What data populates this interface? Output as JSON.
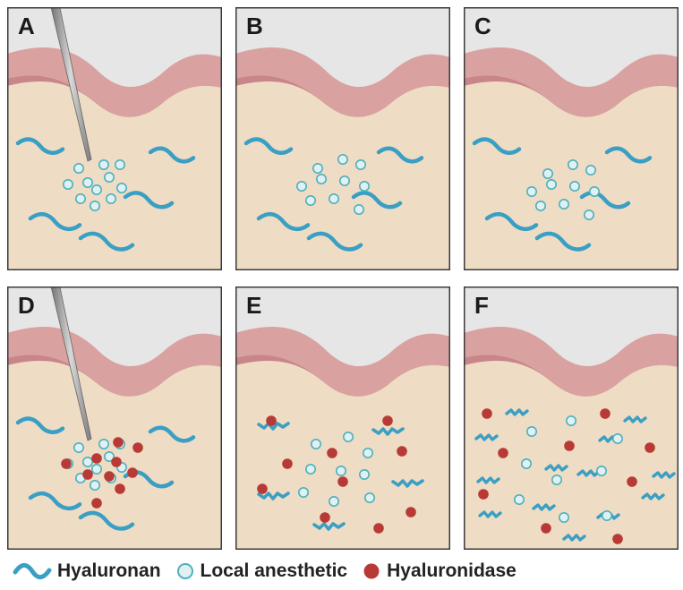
{
  "panels": [
    {
      "label": "A"
    },
    {
      "label": "B"
    },
    {
      "label": "C"
    },
    {
      "label": "D"
    },
    {
      "label": "E"
    },
    {
      "label": "F"
    }
  ],
  "legend": {
    "hyaluronan": "Hyaluronan",
    "local_anesthetic": "Local anesthetic",
    "hyaluronidase": "Hyaluronidase"
  },
  "colors": {
    "skin_surface": "#e6e6e6",
    "epidermis": "#d9a2a0",
    "dermis_band": "#c8868a",
    "tissue": "#efdcc4",
    "hyaluronan": "#3a9fc4",
    "anesthetic_fill": "#dff1f3",
    "anesthetic_stroke": "#4fb0bd",
    "hyaluronidase": "#b83a36",
    "needle": "#9a9a9a"
  }
}
